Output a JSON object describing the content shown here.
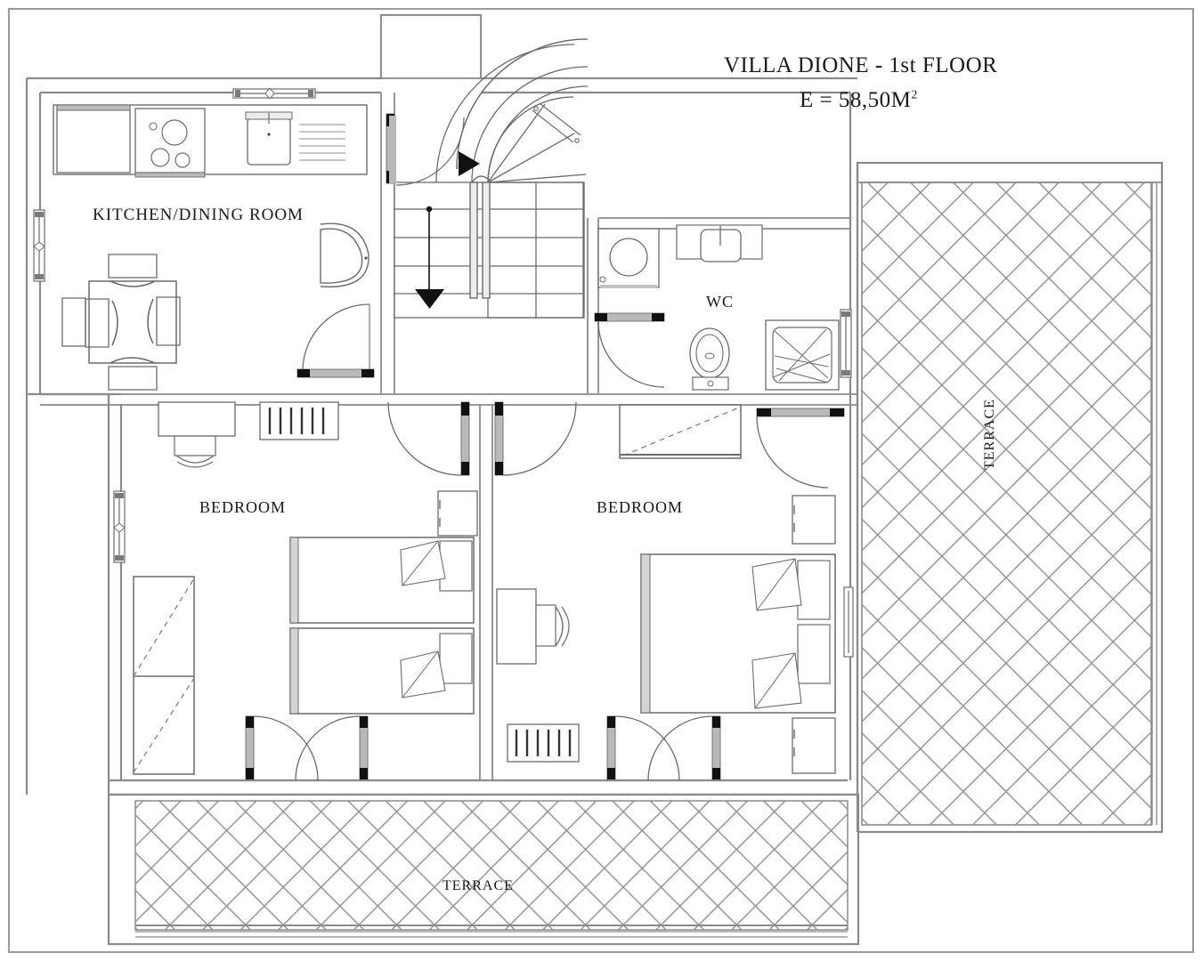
{
  "drawing": {
    "kind": "architectural-floor-plan",
    "title_line1": "VILLA DIONE - 1st FLOOR",
    "title_line2_prefix": "E = 58,50M",
    "title_line2_exponent": "2",
    "background": "#ffffff",
    "line_color": "#6b6b6b",
    "wall_color": "#8a8a8a",
    "text_color": "#1a1a1a",
    "door_leaf_color": "#b9b9b9",
    "jamb_color": "#111111"
  },
  "rooms": {
    "kitchen": {
      "label": "KITCHEN/DINING ROOM"
    },
    "wc": {
      "label": "WC"
    },
    "bedroom_left": {
      "label": "BEDROOM"
    },
    "bedroom_right": {
      "label": "BEDROOM"
    },
    "terrace_south": {
      "label": "TERRACE"
    },
    "terrace_east": {
      "label": "TERRACE"
    }
  },
  "fixtures": {
    "kitchen": [
      "refrigerator",
      "cooktop-4-burner",
      "sink-with-drainboard",
      "dining-table",
      "chair-north",
      "chair-south",
      "chair-west",
      "chair-east",
      "armchair"
    ],
    "wc": [
      "washing-machine",
      "wash-basin",
      "toilet",
      "shower-tray"
    ],
    "bedroom_left": [
      "desk",
      "desk-chair",
      "radiator",
      "twin-bed-upper",
      "twin-bed-lower",
      "nightstand",
      "wardrobe-sliding"
    ],
    "bedroom_right": [
      "double-bed",
      "pillow-upper",
      "pillow-lower",
      "nightstand-upper",
      "nightstand-lower",
      "desk",
      "desk-chair",
      "radiator",
      "wardrobe-sliding"
    ],
    "circulation": [
      "winder-staircase",
      "stair-arrow-up",
      "stair-arrow-down",
      "handrail"
    ]
  },
  "openings": {
    "doors": [
      "kitchen-to-hall",
      "hall-to-wc",
      "hall-to-bedroom-left",
      "hall-to-bedroom-right",
      "bedroom-left-to-terrace-south",
      "bedroom-right-to-terrace-south",
      "bedroom-right-to-terrace-east",
      "stairwell-door"
    ],
    "windows": [
      "kitchen-west-window",
      "kitchen-north-window",
      "kitchen-east-window",
      "bedroom-left-west-window",
      "wc-east-window",
      "bedroom-right-east-window"
    ]
  }
}
